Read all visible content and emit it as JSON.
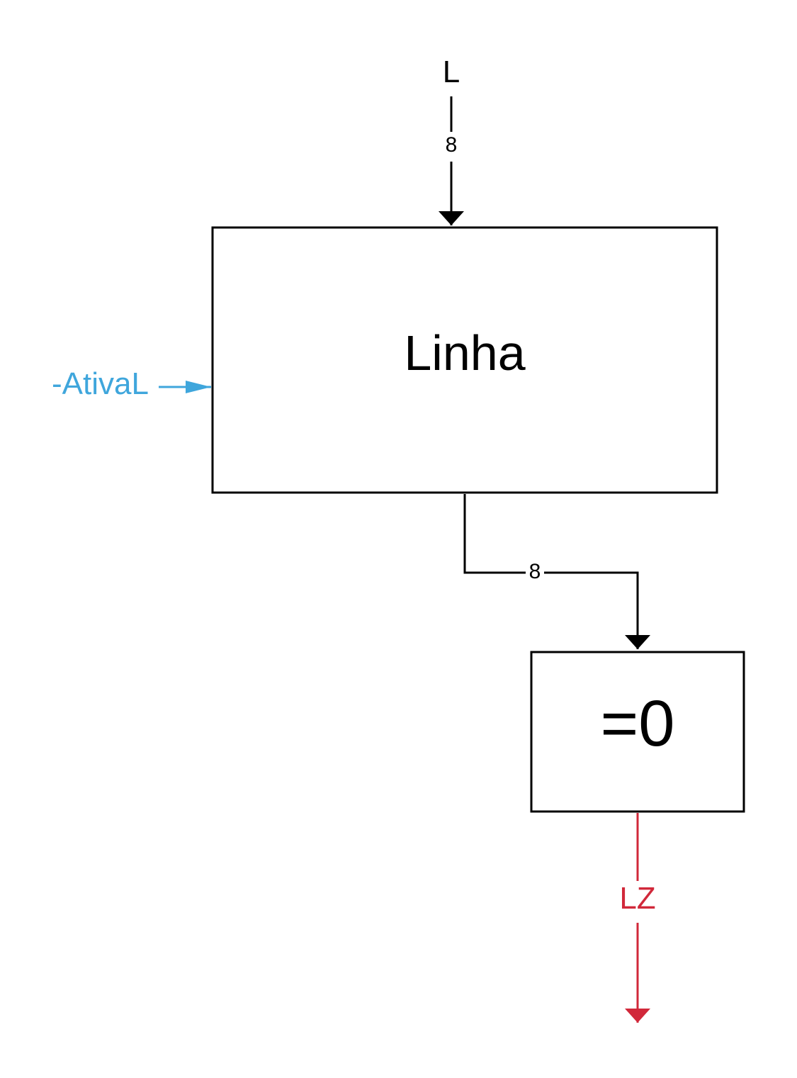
{
  "colors": {
    "line": "#000000",
    "enable": "#3fa6dc",
    "output": "#d1283a"
  },
  "signals": {
    "input_l": {
      "label": "L",
      "width_label": "8"
    },
    "enable": {
      "label": "-AtivaL"
    },
    "bus_to_zero": {
      "width_label": "8"
    },
    "output": {
      "label": "LZ"
    }
  },
  "blocks": {
    "register": {
      "label": "Linha"
    },
    "zero_detector": {
      "label": "=0"
    }
  }
}
